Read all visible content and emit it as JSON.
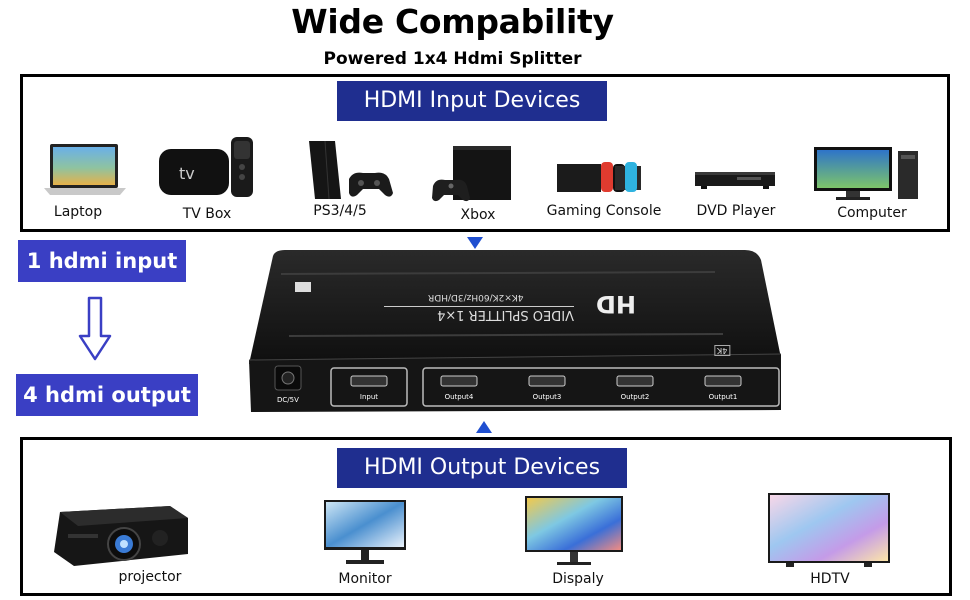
{
  "header": {
    "title": "Wide Compability",
    "subtitle": "Powered 1x4 Hdmi Splitter"
  },
  "input_section": {
    "banner": "HDMI  Input Devices",
    "devices": [
      {
        "label": "Laptop",
        "icon": "laptop-icon"
      },
      {
        "label": "TV Box",
        "icon": "tv-box-icon"
      },
      {
        "label": "PS3/4/5",
        "icon": "playstation-icon"
      },
      {
        "label": "Xbox",
        "icon": "xbox-icon"
      },
      {
        "label": "Gaming Console",
        "icon": "switch-console-icon"
      },
      {
        "label": "DVD Player",
        "icon": "dvd-player-icon"
      },
      {
        "label": "Computer",
        "icon": "computer-icon"
      }
    ]
  },
  "side_tags": {
    "input": "1 hdmi input",
    "output": "4 hdmi output"
  },
  "splitter": {
    "brand": "HD",
    "model": "VIDEO SPLITTER  1×4",
    "spec": "4K×2K/60Hz/3D/HDR",
    "badge": "4K",
    "power": "DC/5V",
    "ports": [
      "Input",
      "Output4",
      "Output3",
      "Output2",
      "Output1"
    ]
  },
  "output_section": {
    "banner": "HDMI  Output Devices",
    "devices": [
      {
        "label": "projector",
        "icon": "projector-icon"
      },
      {
        "label": "Monitor",
        "icon": "monitor-icon"
      },
      {
        "label": "Dispaly",
        "icon": "display-icon"
      },
      {
        "label": "HDTV",
        "icon": "hdtv-icon"
      }
    ]
  },
  "colors": {
    "banner": "#1f2e8f",
    "tag": "#3a3fc4",
    "arrow": "#1f4fd0"
  }
}
